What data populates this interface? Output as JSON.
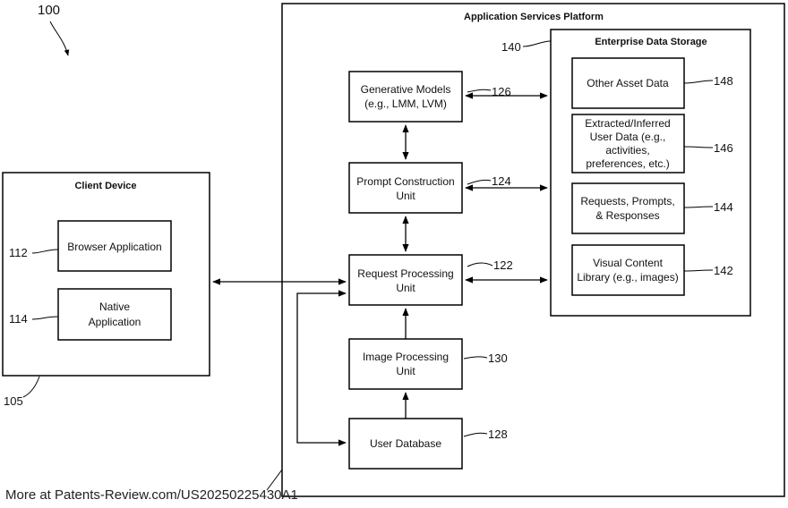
{
  "figure": {
    "number": "100",
    "footer": "More at Patents-Review.com/US20250225430A1"
  },
  "platform": {
    "title": "Application Services Platform",
    "ref": "140"
  },
  "storage": {
    "title": "Enterprise Data Storage",
    "items": [
      {
        "lines": [
          "Other Asset Data"
        ],
        "ref": "148"
      },
      {
        "lines": [
          "Extracted/Inferred",
          "User Data (e.g.,",
          "activities,",
          "preferences, etc.)"
        ],
        "ref": "146"
      },
      {
        "lines": [
          "Requests, Prompts,",
          "& Responses"
        ],
        "ref": "144"
      },
      {
        "lines": [
          "Visual Content",
          "Library (e.g., images)"
        ],
        "ref": "142"
      }
    ]
  },
  "units": {
    "generative": {
      "lines": [
        "Generative Models",
        "(e.g., LMM, LVM)"
      ],
      "ref": "126"
    },
    "prompt": {
      "lines": [
        "Prompt Construction",
        "Unit"
      ],
      "ref": "124"
    },
    "request": {
      "lines": [
        "Request Processing",
        "Unit"
      ],
      "ref": "122"
    },
    "image": {
      "lines": [
        "Image Processing",
        "Unit"
      ],
      "ref": "130"
    },
    "userdb": {
      "lines": [
        "User Database"
      ],
      "ref": "128"
    }
  },
  "client": {
    "title": "Client Device",
    "ref": "105",
    "apps": [
      {
        "lines": [
          "Browser Application"
        ],
        "ref": "112"
      },
      {
        "lines": [
          "Native",
          "Application"
        ],
        "ref": "114"
      }
    ]
  }
}
